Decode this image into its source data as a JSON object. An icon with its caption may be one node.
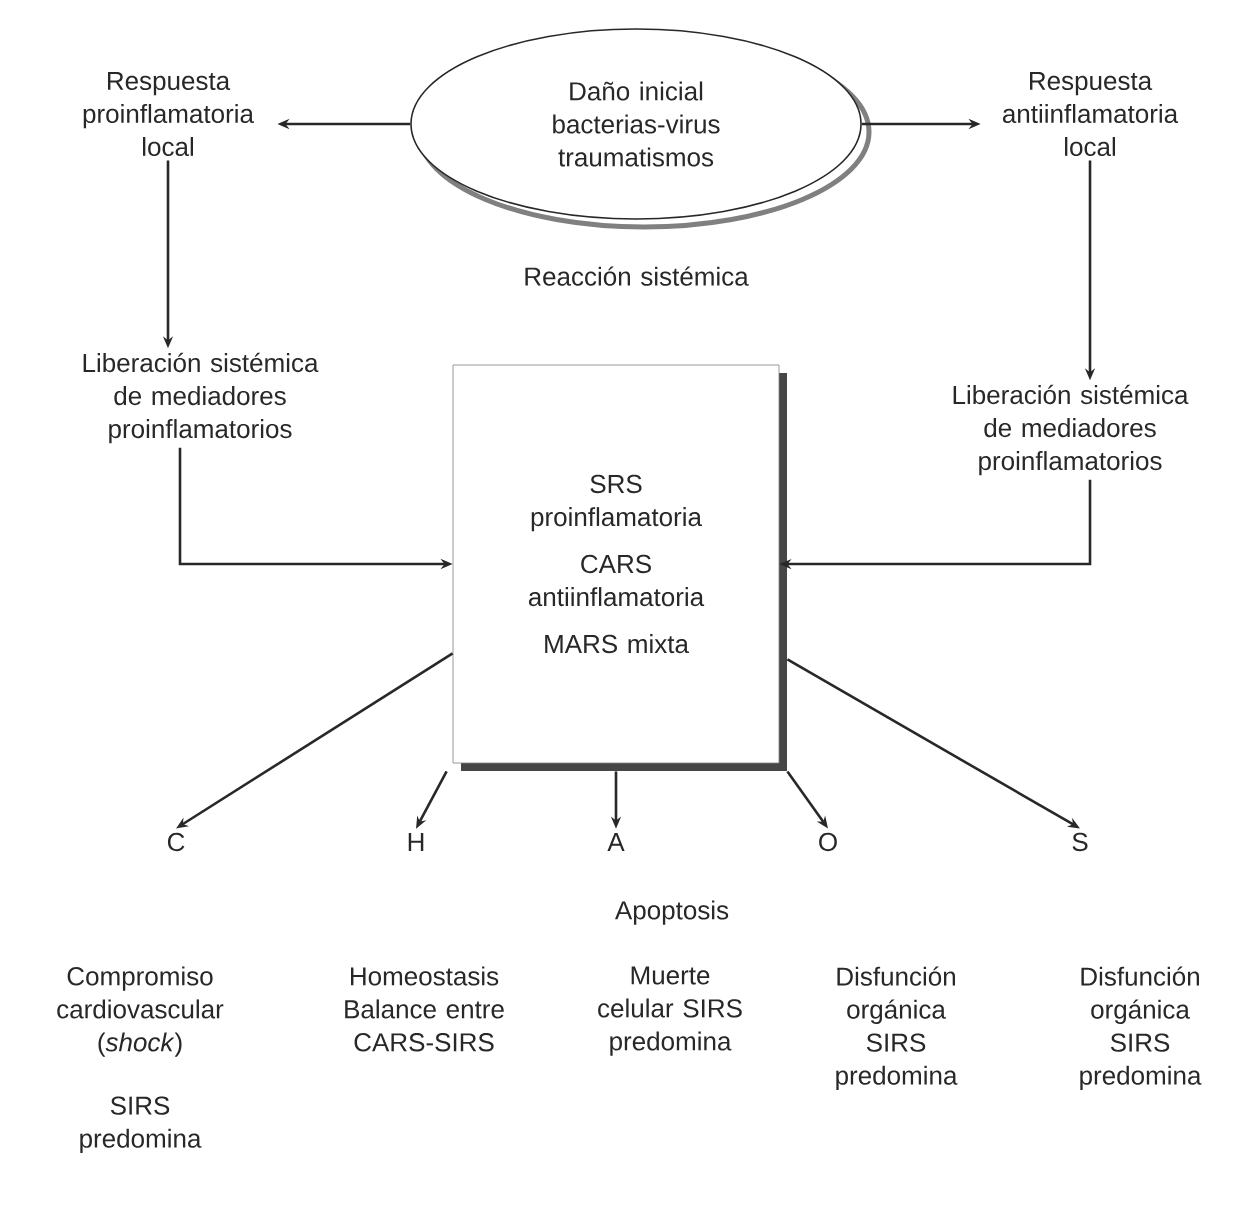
{
  "diagram": {
    "nodes": [
      {
        "text": [
          "Daño inicial",
          "bacterias-virus traumatismos"
        ]
      },
      {
        "text": [
          "Respuesta proinflamatoria local"
        ]
      },
      {
        "text": [
          "Respuesta antiinflamatoria local"
        ]
      },
      {
        "text": [
          "Liberación sistémica de mediadores proinflamatorios"
        ]
      },
      {
        "text": [
          "Liberación sistémica de mediadores proinflamatorios"
        ]
      },
      {
        "text": [
          "SRS proinflamatoria",
          "CARS antiinflamatoria",
          "MARS mixta"
        ]
      },
      {
        "text": [
          "C"
        ]
      },
      {
        "text": [
          "H"
        ]
      },
      {
        "text": [
          "A"
        ]
      },
      {
        "text": [
          "O"
        ]
      },
      {
        "text": [
          "S"
        ]
      }
    ],
    "edges": [
      {
        "from": 0,
        "to": 1,
        "arrow": "to"
      },
      {
        "from": 0,
        "to": 2,
        "arrow": "to"
      },
      {
        "from": 1,
        "to": 3,
        "arrow": "to"
      },
      {
        "from": 2,
        "to": 4,
        "arrow": "to"
      },
      {
        "from": 3,
        "to": 5,
        "arrow": "to"
      },
      {
        "from": 4,
        "to": 5,
        "arrow": "to"
      },
      {
        "from": 5,
        "to": 6,
        "arrow": "to"
      },
      {
        "from": 5,
        "to": 7,
        "arrow": "to"
      },
      {
        "from": 5,
        "to": 8,
        "arrow": "to"
      },
      {
        "from": 5,
        "to": 9,
        "arrow": "to"
      },
      {
        "from": 5,
        "to": 10,
        "arrow": "to"
      }
    ],
    "labels": [
      "Reacción sistémica",
      "Apoptosis",
      "Compromiso cardiovascular (*shock*)",
      "SIRS predomina",
      "Homeostasis Balance entre CARS-SIRS",
      "Muerte celular SIRS predomina",
      "Disfunción orgánica SIRS predomina",
      "Disfunción orgánica SIRS predomina"
    ]
  }
}
